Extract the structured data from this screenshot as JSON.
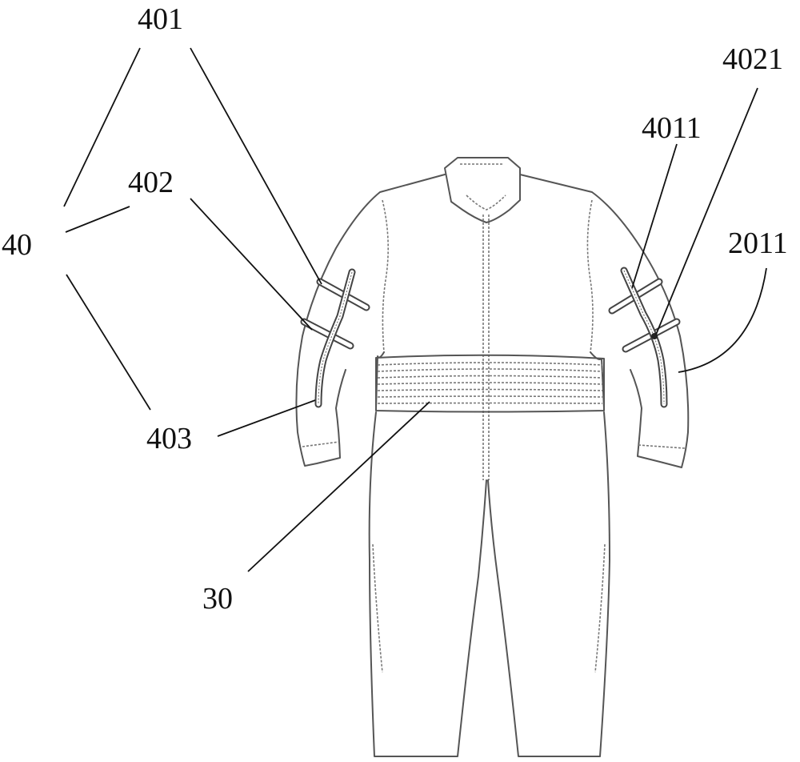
{
  "labels": {
    "l401": "401",
    "l402": "402",
    "l40": "40",
    "l403": "403",
    "l30": "30",
    "l4021": "4021",
    "l4011": "4011",
    "l2011": "2011"
  },
  "colors": {
    "outline": "#555555",
    "text": "#111111",
    "background": "#ffffff"
  }
}
